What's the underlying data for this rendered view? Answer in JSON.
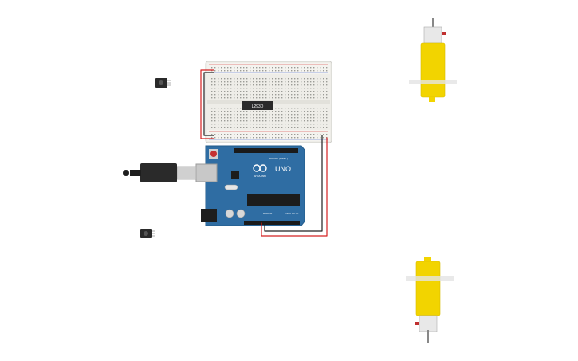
{
  "colors": {
    "board": "#2f6da3",
    "breadboard": "#f0efea",
    "motor": "#f2d400",
    "wire_red": "#d42020",
    "wire_black": "#202020",
    "chip": "#222222"
  },
  "breadboard": {
    "chip_label": "L293D"
  },
  "arduino": {
    "brand": "ARDUINO",
    "model": "UNO",
    "digital_label": "DIGITAL (PWM~)",
    "analog_label": "ANALOG IN",
    "power_label": "POWER"
  },
  "components": {
    "ir_receiver_top": "ir-sensor",
    "ir_receiver_bottom": "ir-sensor",
    "motor_top": "dc-gear-motor",
    "motor_bottom": "dc-gear-motor"
  }
}
